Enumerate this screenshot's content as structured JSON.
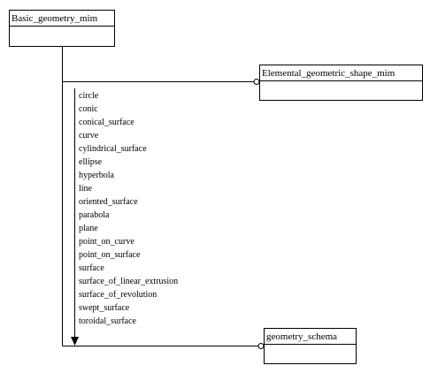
{
  "diagram": {
    "schemas": {
      "basic": {
        "name": "Basic_geometry_mim"
      },
      "elemental": {
        "name": "Elemental_geometric_shape_mim"
      },
      "geometry": {
        "name": "geometry_schema"
      }
    },
    "referenced_items": [
      "circle",
      "conic",
      "conical_surface",
      "curve",
      "cylindrical_surface",
      "ellipse",
      "hyperbola",
      "line",
      "oriented_surface",
      "parabola",
      "plane",
      "point_on_curve",
      "point_on_surface",
      "surface",
      "surface_of_linear_extrusion",
      "surface_of_revolution",
      "swept_surface",
      "toroidal_surface"
    ]
  }
}
